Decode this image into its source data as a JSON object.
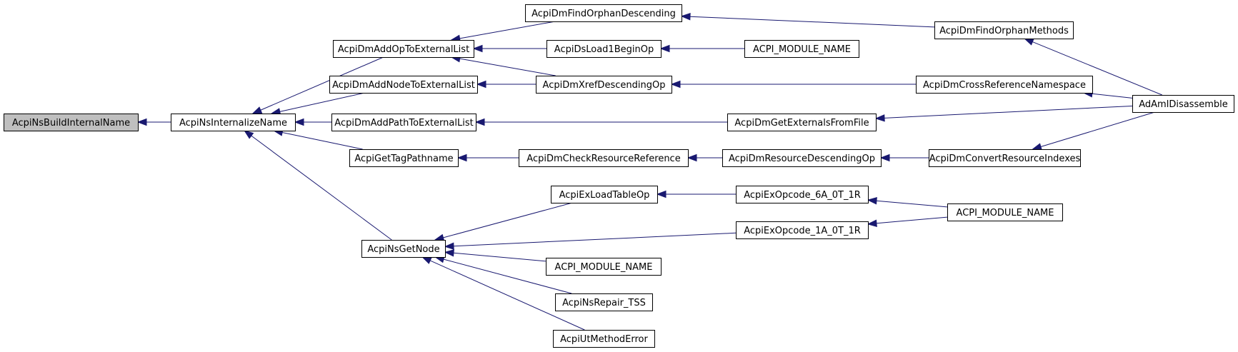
{
  "graph": {
    "colors": {
      "edge": "#191970",
      "root_fill": "#bfbfbf",
      "node_fill": "#ffffff",
      "node_border": "#000000"
    },
    "nodes": [
      {
        "id": "n0",
        "label": "AcpiNsBuildInternalName",
        "root": true
      },
      {
        "id": "n1",
        "label": "AcpiNsInternalizeName"
      },
      {
        "id": "n2",
        "label": "AcpiDmAddOpToExternalList"
      },
      {
        "id": "n3",
        "label": "AcpiDmAddNodeToExternalList"
      },
      {
        "id": "n4",
        "label": "AcpiDmAddPathToExternalList"
      },
      {
        "id": "n5",
        "label": "AcpiGetTagPathname"
      },
      {
        "id": "n6",
        "label": "AcpiNsGetNode"
      },
      {
        "id": "n7",
        "label": "AcpiDmFindOrphanDescending"
      },
      {
        "id": "n8",
        "label": "AcpiDsLoad1BeginOp"
      },
      {
        "id": "n9",
        "label": "AcpiDmXrefDescendingOp"
      },
      {
        "id": "n10",
        "label": "AcpiDmCheckResourceReference"
      },
      {
        "id": "n11",
        "label": "AcpiExLoadTableOp"
      },
      {
        "id": "n12",
        "label": "ACPI_MODULE_NAME"
      },
      {
        "id": "n13",
        "label": "AcpiNsRepair_TSS"
      },
      {
        "id": "n14",
        "label": "AcpiUtMethodError"
      },
      {
        "id": "n15",
        "label": "ACPI_MODULE_NAME"
      },
      {
        "id": "n16",
        "label": "AcpiDmGetExternalsFromFile"
      },
      {
        "id": "n17",
        "label": "AcpiDmResourceDescendingOp"
      },
      {
        "id": "n18",
        "label": "AcpiExOpcode_6A_0T_1R"
      },
      {
        "id": "n19",
        "label": "AcpiExOpcode_1A_0T_1R"
      },
      {
        "id": "n20",
        "label": "AcpiDmFindOrphanMethods"
      },
      {
        "id": "n21",
        "label": "AcpiDmCrossReferenceNamespace"
      },
      {
        "id": "n22",
        "label": "AcpiDmConvertResourceIndexes"
      },
      {
        "id": "n23",
        "label": "ACPI_MODULE_NAME"
      },
      {
        "id": "n24",
        "label": "AdAmlDisassemble"
      }
    ],
    "edges": [
      {
        "from": "n1",
        "to": "n0"
      },
      {
        "from": "n2",
        "to": "n1"
      },
      {
        "from": "n3",
        "to": "n1"
      },
      {
        "from": "n4",
        "to": "n1"
      },
      {
        "from": "n5",
        "to": "n1"
      },
      {
        "from": "n6",
        "to": "n1"
      },
      {
        "from": "n7",
        "to": "n2"
      },
      {
        "from": "n8",
        "to": "n2"
      },
      {
        "from": "n9",
        "to": "n2"
      },
      {
        "from": "n9",
        "to": "n3"
      },
      {
        "from": "n16",
        "to": "n4"
      },
      {
        "from": "n10",
        "to": "n5"
      },
      {
        "from": "n11",
        "to": "n6"
      },
      {
        "from": "n19",
        "to": "n6"
      },
      {
        "from": "n12",
        "to": "n6"
      },
      {
        "from": "n13",
        "to": "n6"
      },
      {
        "from": "n14",
        "to": "n6"
      },
      {
        "from": "n20",
        "to": "n7"
      },
      {
        "from": "n15",
        "to": "n8"
      },
      {
        "from": "n21",
        "to": "n9"
      },
      {
        "from": "n17",
        "to": "n10"
      },
      {
        "from": "n18",
        "to": "n11"
      },
      {
        "from": "n24",
        "to": "n16"
      },
      {
        "from": "n22",
        "to": "n17"
      },
      {
        "from": "n23",
        "to": "n18"
      },
      {
        "from": "n23",
        "to": "n19"
      },
      {
        "from": "n24",
        "to": "n20"
      },
      {
        "from": "n24",
        "to": "n21"
      },
      {
        "from": "n24",
        "to": "n22"
      }
    ]
  }
}
